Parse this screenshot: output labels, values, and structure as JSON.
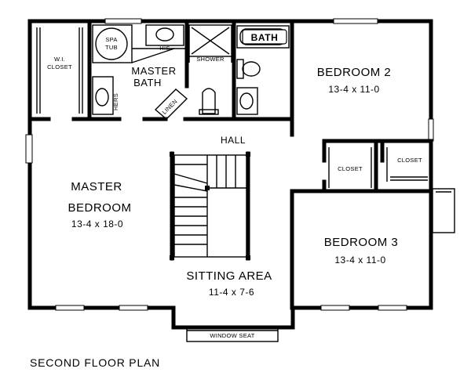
{
  "plan_title": "SECOND FLOOR PLAN",
  "rooms": {
    "master_bedroom": {
      "name_line1": "MASTER",
      "name_line2": "BEDROOM",
      "dimensions": "13-4 x 18-0"
    },
    "bedroom_2": {
      "name": "BEDROOM 2",
      "dimensions": "13-4 x 11-0"
    },
    "bedroom_3": {
      "name": "BEDROOM 3",
      "dimensions": "13-4 x 11-0"
    },
    "sitting_area": {
      "name": "SITTING AREA",
      "dimensions": "11-4 x 7-6"
    },
    "master_bath": {
      "name_line1": "MASTER",
      "name_line2": "BATH"
    },
    "hall": {
      "name": "HALL"
    },
    "bath": {
      "name": "BATH"
    }
  },
  "fixtures": {
    "wi_closet_line1": "W.I.",
    "wi_closet_line2": "CLOSET",
    "spa_tub_line1": "SPA",
    "spa_tub_line2": "TUB",
    "his": "HIS",
    "hers": "HERS",
    "shower": "SHOWER",
    "linen": "LINEN",
    "closet_left": "CLOSET",
    "closet_right": "CLOSET",
    "window_seat": "WINDOW SEAT"
  }
}
